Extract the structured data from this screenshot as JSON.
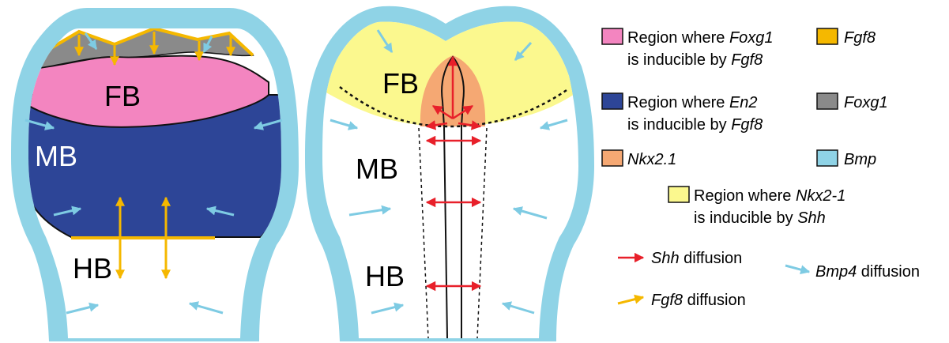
{
  "regions": {
    "left_fb": "FB",
    "left_mb": "MB",
    "left_hb": "HB",
    "right_fb": "FB",
    "right_mb": "MB",
    "right_hb": "HB"
  },
  "legend": {
    "foxg1_region_line1_pre": "Region where ",
    "foxg1_region_line1_gene": "Foxg1",
    "foxg1_region_line2_pre": "is inducible by ",
    "foxg1_region_line2_gene": "Fgf8",
    "fgf8": "Fgf8",
    "en2_region_line1_pre": "Region where ",
    "en2_region_line1_gene": "En2",
    "en2_region_line2_pre": "is inducible by ",
    "en2_region_line2_gene": "Fgf8",
    "foxg1": "Foxg1",
    "nkx21": "Nkx2.1",
    "bmp": "Bmp",
    "nkx21_region_line1_pre": "Region where ",
    "nkx21_region_line1_gene": "Nkx2-1",
    "nkx21_region_line2_pre": "is inducible by ",
    "nkx21_region_line2_gene": "Shh",
    "shh_gene": "Shh",
    "shh_suffix": " diffusion",
    "bmp4_gene": "Bmp4",
    "bmp4_suffix": " diffusion",
    "fgf8_diff_gene": "Fgf8",
    "fgf8_diff_suffix": " diffusion"
  },
  "colors": {
    "foxg1_region": "#f385c0",
    "en2_region": "#2d4597",
    "fgf8": "#f5b800",
    "foxg1": "#8a8a8a",
    "nkx21": "#f5a873",
    "bmp": "#8fd3e6",
    "nkx21_region": "#fbf88e",
    "shh_arrow": "#e8202a",
    "bmp_arrow": "#7ecbe3",
    "fgf8_arrow": "#f5b800"
  }
}
